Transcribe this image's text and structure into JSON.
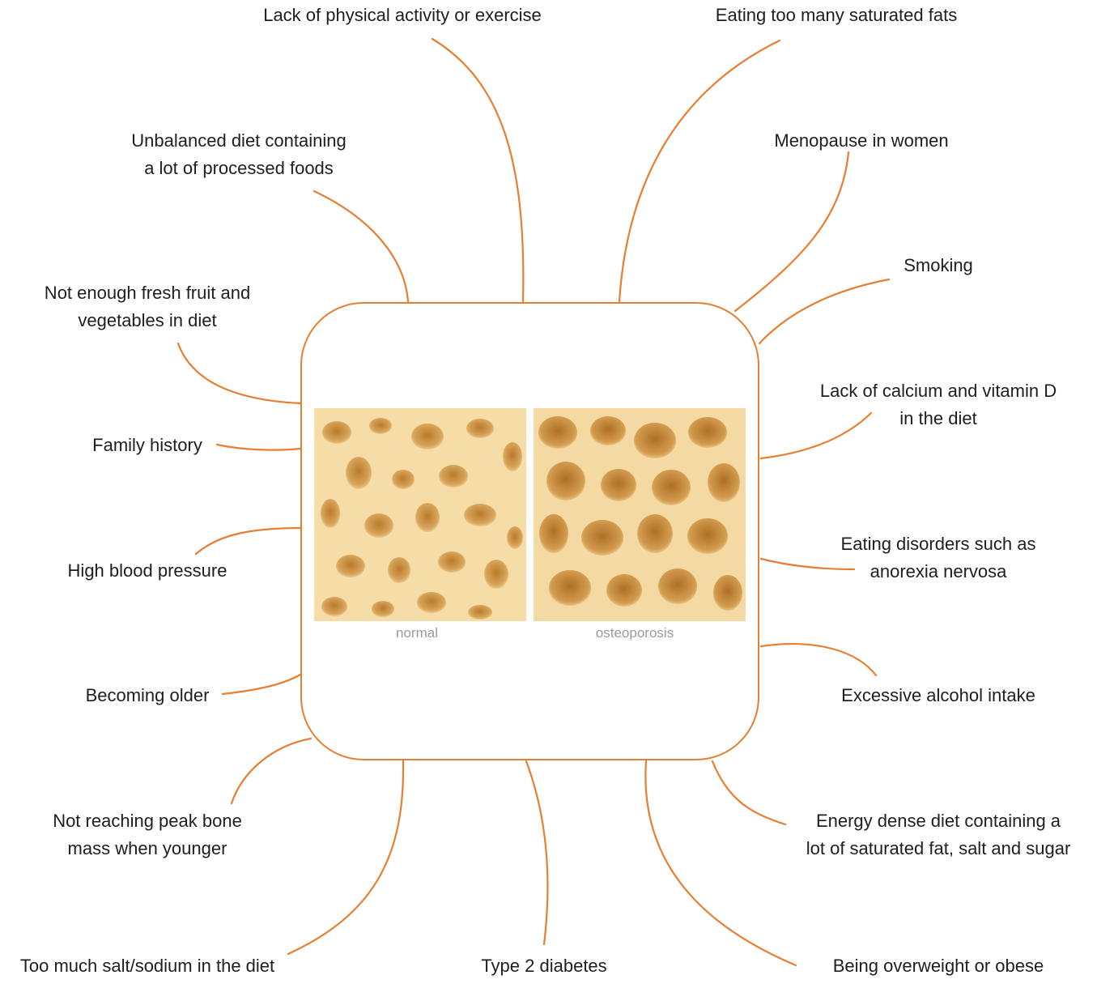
{
  "colors": {
    "accent": "#E67E33",
    "bone_light": "#F6DDA8",
    "bone_dark": "#C9923F"
  },
  "center": {
    "images": [
      {
        "caption": "normal",
        "icon": "trabecular-bone-normal-image"
      },
      {
        "caption": "osteoporosis",
        "icon": "trabecular-bone-osteoporosis-image"
      }
    ]
  },
  "factors": {
    "physical_activity": "Lack of physical activity or exercise",
    "saturated_fats": "Eating too many saturated fats",
    "unbalanced_diet": [
      "Unbalanced diet containing",
      "a lot of processed foods"
    ],
    "menopause": "Menopause in women",
    "smoking": "Smoking",
    "fruit_veg": [
      "Not enough fresh fruit and",
      "vegetables in diet"
    ],
    "calcium": [
      "Lack of calcium and vitamin D",
      "in the diet"
    ],
    "family_history": "Family history",
    "eating_disorders": [
      "Eating disorders such as",
      "anorexia nervosa"
    ],
    "blood_pressure": "High blood pressure",
    "older": "Becoming older",
    "alcohol": "Excessive alcohol intake",
    "peak_bone": [
      "Not reaching peak bone",
      "mass when younger"
    ],
    "energy_dense": [
      "Energy dense diet containing a",
      "lot of saturated fat, salt and sugar"
    ],
    "salt": "Too much salt/sodium in the diet",
    "diabetes": "Type 2 diabetes",
    "overweight": "Being overweight or obese"
  }
}
